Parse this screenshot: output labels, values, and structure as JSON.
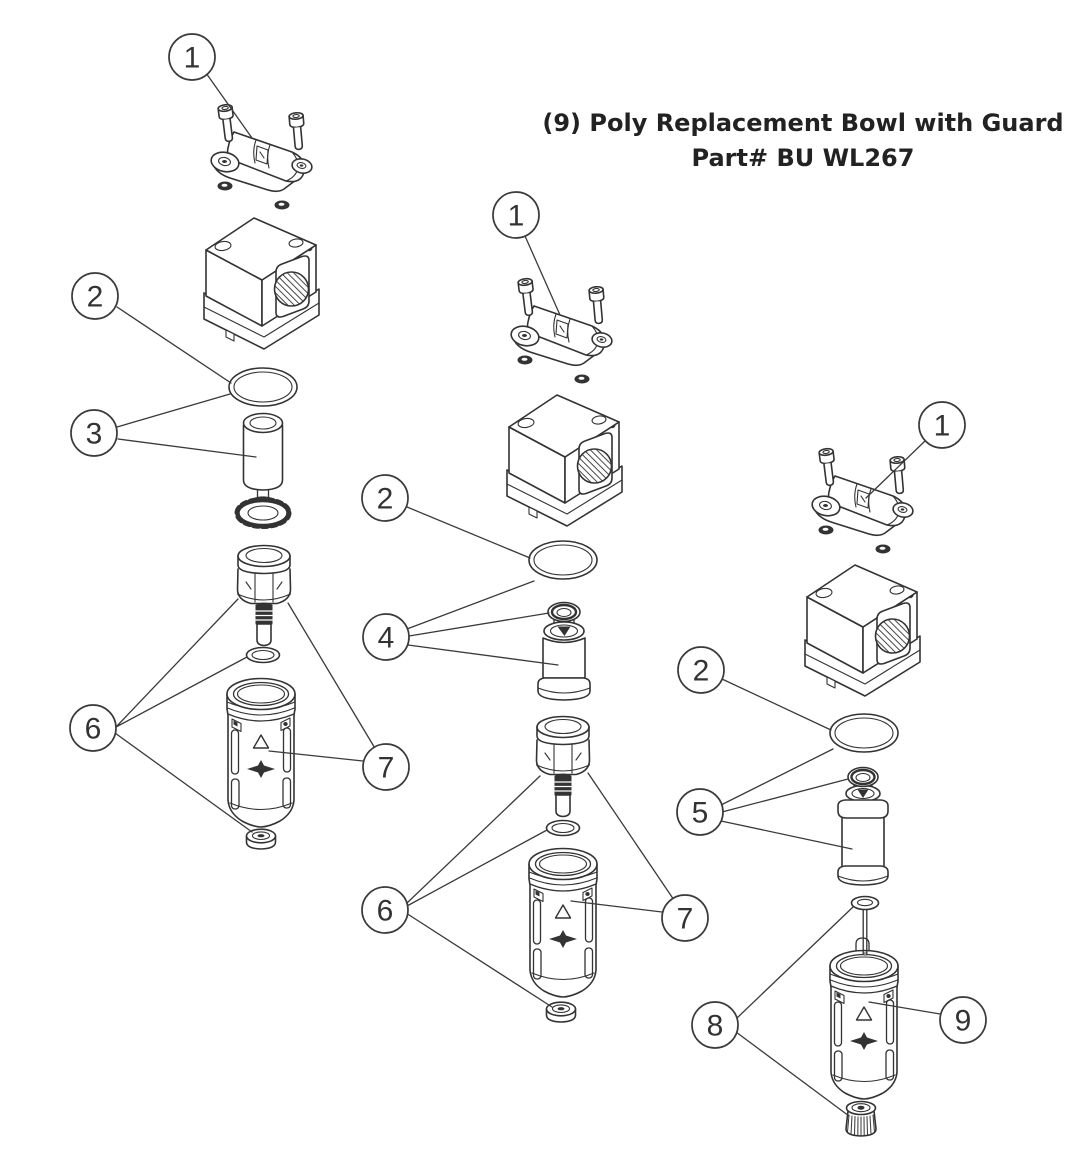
{
  "title": {
    "line1": "(9) Poly Replacement Bowl with Guard",
    "line2": "Part# BU WL267"
  },
  "callout_labels": {
    "mounting_bracket": "1",
    "o_ring": "2",
    "filter_element_left": "3",
    "filter_element_middle": "4",
    "filter_element_right": "5",
    "drain_assembly": "6",
    "bowl_with_guard": "7",
    "drain_assembly_right": "8",
    "poly_replacement_bowl_with_guard": "9"
  }
}
